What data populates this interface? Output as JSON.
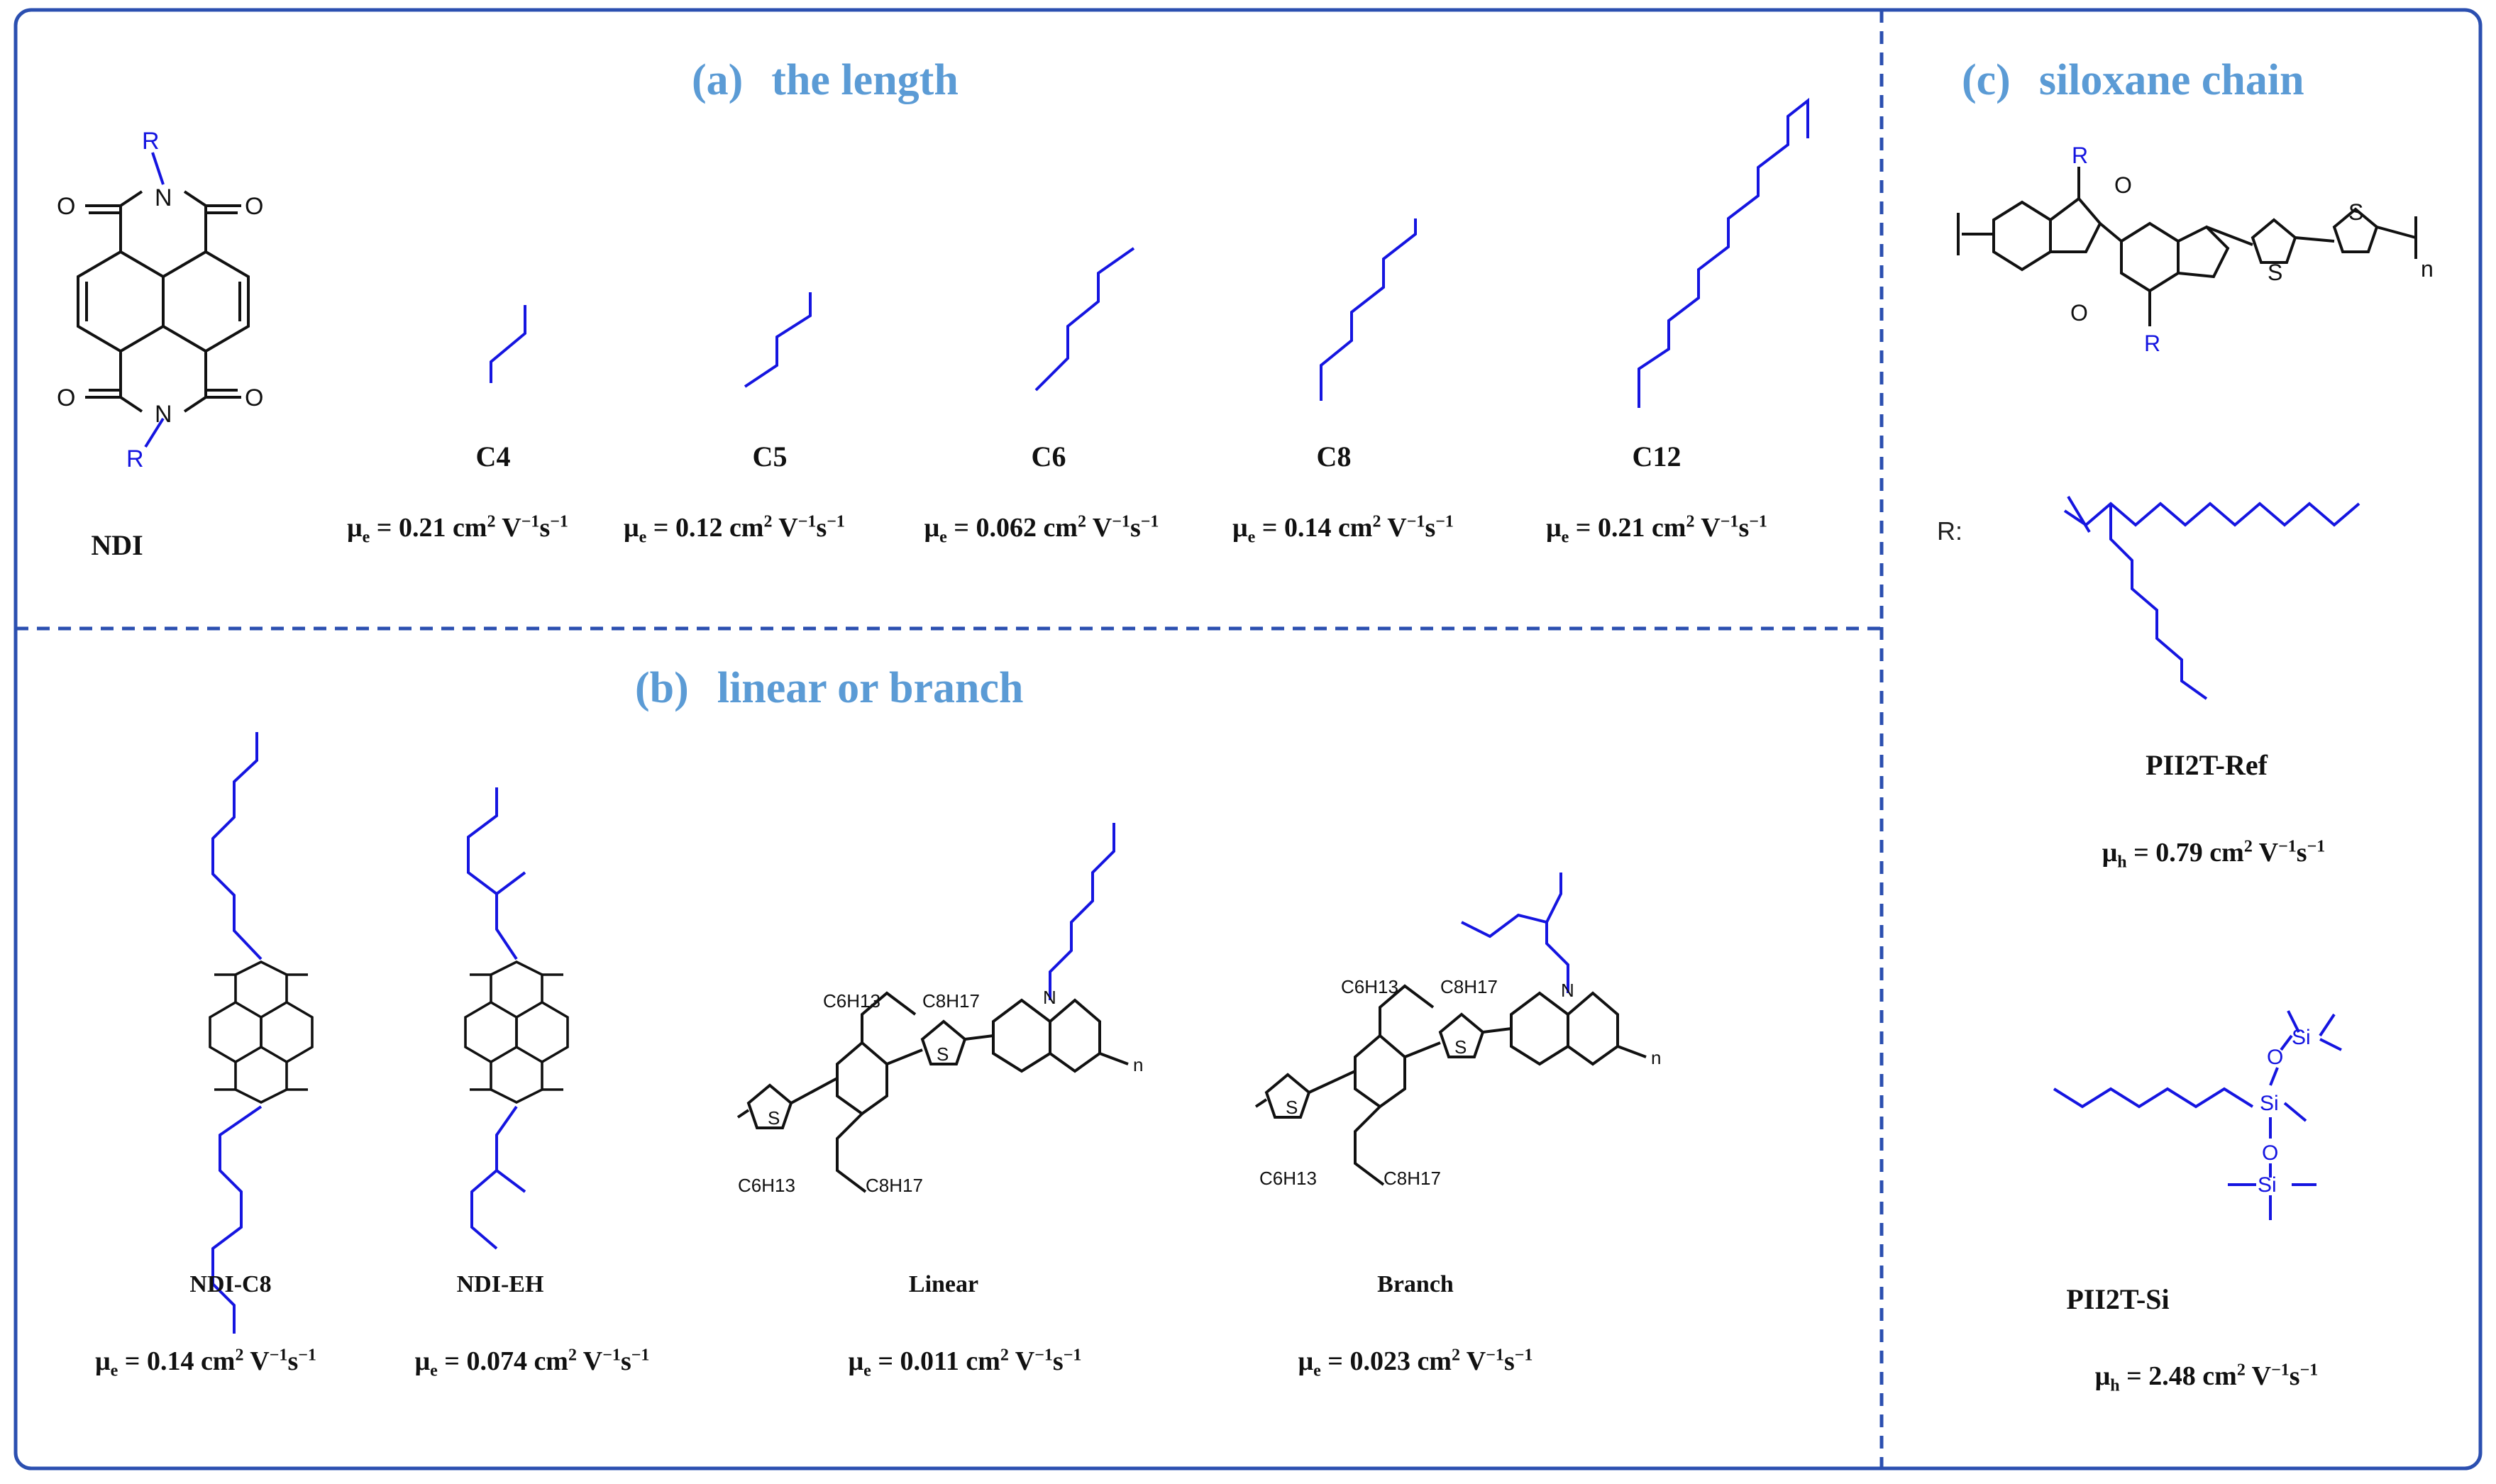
{
  "panels": {
    "a": {
      "tag": "(a)",
      "title": "the length"
    },
    "b": {
      "tag": "(b)",
      "title": "linear or branch"
    },
    "c": {
      "tag": "(c)",
      "title": "siloxane chain"
    }
  },
  "panel_a": {
    "core_label": "NDI",
    "chains": [
      {
        "label": "C4",
        "mu": "0.21"
      },
      {
        "label": "C5",
        "mu": "0.12"
      },
      {
        "label": "C6",
        "mu": "0.062"
      },
      {
        "label": "C8",
        "mu": "0.14"
      },
      {
        "label": "C12",
        "mu": "0.21"
      }
    ]
  },
  "panel_b": {
    "molecules": [
      {
        "label": "NDI-C8",
        "mu": "0.14"
      },
      {
        "label": "NDI-EH",
        "mu": "0.074"
      },
      {
        "label": "Linear",
        "mu": "0.011"
      },
      {
        "label": "Branch",
        "mu": "0.023"
      }
    ],
    "substituents": {
      "upper": "C6H13",
      "upper_b": "C8H17"
    }
  },
  "panel_c": {
    "r_label": "R:",
    "molecules": [
      {
        "label": "PII2T-Ref",
        "mu": "0.79"
      },
      {
        "label": "PII2T-Si",
        "mu": "2.48"
      }
    ]
  },
  "mobility": {
    "prefix": "μ",
    "sub_e": "e",
    "sub_h": "h",
    "unit": "cm",
    "exp2": "2",
    "v": "V",
    "vexp": "−1",
    "s": "s",
    "sexp": "−1"
  },
  "atoms": {
    "O": "O",
    "N": "N",
    "R": "R",
    "S": "S",
    "Si": "Si",
    "n": "n"
  },
  "colors": {
    "frame": "#2b4fb0",
    "heading": "#5b9bd5",
    "chain": "#1515e0",
    "bond": "#111111"
  }
}
